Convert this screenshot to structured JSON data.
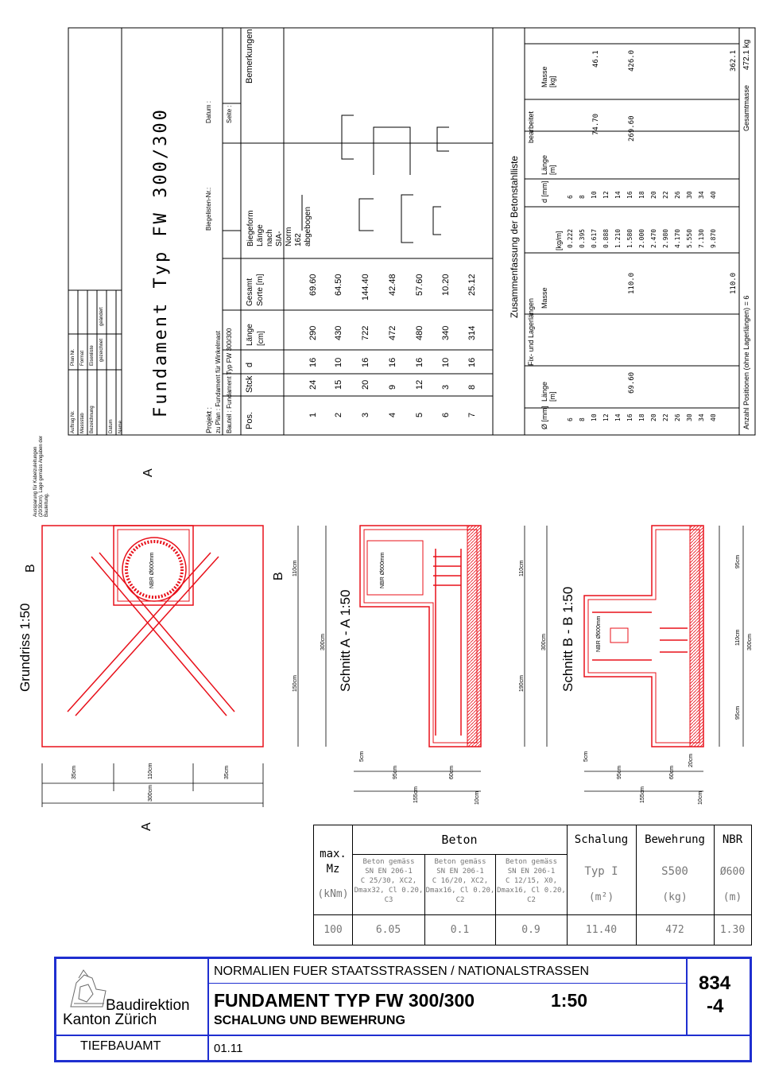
{
  "plan_title": "Fundament Typ FW 300/300",
  "plan_header": {
    "auftrag": "Auftrag Nr.",
    "plan_nr": "Plan Nr.",
    "massstab": "Massstab",
    "format": "Format",
    "bezeichnung": "Bezeichnung",
    "eisenliste": "Eisenliste",
    "datum": "Datum",
    "gezeichnet": "gezeichnet",
    "geaendert": "geändert",
    "name": "Name"
  },
  "projekt_lines": {
    "projekt": "Projekt :",
    "zu_plan": "zu Plan : Fundament für Winkelmast",
    "bauteil": "Bauteil : Fundament Typ FW 300/300",
    "biegelisten": "Biegelisten-Nr.:",
    "datum": "Datum :",
    "seite": "Seite :"
  },
  "bending_table": {
    "headers": [
      "Pos.",
      "Stck",
      "d",
      "Länge [cm]",
      "Gesamt Sorte [m]",
      "Biegeform Länge nach SIA-Norm 162 abgebogen",
      "Bemerkungen"
    ],
    "rows": [
      {
        "pos": "1",
        "stck": "24",
        "d": "16",
        "laenge": "290",
        "gesamt": "69.60"
      },
      {
        "pos": "2",
        "stck": "15",
        "d": "10",
        "laenge": "430",
        "gesamt": "64.50"
      },
      {
        "pos": "3",
        "stck": "20",
        "d": "16",
        "laenge": "722",
        "gesamt": "144.40"
      },
      {
        "pos": "4",
        "stck": "9",
        "d": "16",
        "laenge": "472",
        "gesamt": "42.48"
      },
      {
        "pos": "5",
        "stck": "12",
        "d": "16",
        "laenge": "480",
        "gesamt": "57.60"
      },
      {
        "pos": "6",
        "stck": "3",
        "d": "10",
        "laenge": "340",
        "gesamt": "10.20"
      },
      {
        "pos": "7",
        "stck": "8",
        "d": "16",
        "laenge": "314",
        "gesamt": "25.12"
      }
    ]
  },
  "summary": {
    "title": "Zusammenfassung der Betonstahlliste",
    "fix_header": "Fix- und Lagerlängen",
    "bearbeitet": "bearbeitet",
    "phi_header": "Ø [mm]",
    "laenge_header": "Länge [m]",
    "masse_header": "Masse",
    "kgm_header": "[kg/m]",
    "d_header": "d [mm]",
    "masse_kg_header": "Masse [kg]",
    "diameters": [
      "6",
      "8",
      "10",
      "12",
      "14",
      "16",
      "18",
      "20",
      "22",
      "26",
      "30",
      "34",
      "40"
    ],
    "kg_per_m": [
      "0.222",
      "0.395",
      "0.617",
      "0.888",
      "1.210",
      "1.580",
      "2.000",
      "2.470",
      "2.980",
      "4.170",
      "5.550",
      "7.130",
      "9.870"
    ],
    "fix_laenge_16": "69.60",
    "fix_masse_16": "110.0",
    "fix_total": "110.0",
    "bearb_laenge_10": "74.70",
    "bearb_laenge_16": "269.60",
    "bearb_masse_10": "46.1",
    "bearb_masse_16": "426.0",
    "bearb_total": "362.1",
    "anzahl": "Anzahl Positionen (ohne Lagerlängen) = 6",
    "gesamtmasse_label": "Gesamtmasse",
    "gesamtmasse": "472.1 kg"
  },
  "views": {
    "grundriss": "Grundriss 1:50",
    "schnitt_aa": "Schnitt A - A  1:50",
    "schnitt_bb": "Schnitt B - B  1:50",
    "label_a": "A",
    "label_b": "B",
    "nbr": "NBR Ø600mm",
    "aussparung": "Aussparung für Kabelzuleitungen (20/30cm). Lage gemäss Angaben der Bauleitung.",
    "dims_horiz": [
      "35cm",
      "110cm",
      "35cm",
      "300cm"
    ],
    "dims_aa": [
      "5cm",
      "95cm",
      "60cm",
      "155cm",
      "10cm"
    ],
    "dims_bb": [
      "5cm",
      "95cm",
      "60cm",
      "20cm",
      "155cm",
      "10cm"
    ],
    "dims_vert_grund": [
      "110cm",
      "300cm",
      "150cm"
    ],
    "dims_vert_aa": [
      "110cm",
      "300cm",
      "190cm"
    ],
    "dims_vert_bb": [
      "95cm",
      "110cm",
      "300cm",
      "95cm"
    ]
  },
  "material_table": {
    "max_label": "max.",
    "mz_label": "Mz",
    "knm_label": "(kNm)",
    "beton_header": "Beton",
    "schalung_header": "Schalung",
    "bewehrung_header": "Bewehrung",
    "nbr_header": "NBR",
    "beton1": [
      "Beton gemäss",
      "SN EN 206-1",
      "C 25/30, XC2,",
      "Dmax32, Cl 0.20, C3"
    ],
    "beton2": [
      "Beton gemäss",
      "SN EN 206-1",
      "C 16/20, XC2,",
      "Dmax16, Cl 0.20, C2"
    ],
    "beton3": [
      "Beton gemäss",
      "SN EN 206-1",
      "C 12/15, X0,",
      "Dmax16, Cl 0.20, C2"
    ],
    "schalung_typ": "Typ I",
    "schalung_unit": "(m²)",
    "bewehrung_typ": "S500",
    "bewehrung_unit": "(kg)",
    "nbr_typ": "Ø600",
    "nbr_unit": "(m)",
    "mz_value": "100",
    "beton1_value": "6.05",
    "beton2_value": "0.1",
    "beton3_value": "0.9",
    "schalung_value": "11.40",
    "bewehrung_value": "472",
    "nbr_value": "1.30"
  },
  "title_block": {
    "org1": "Baudirektion",
    "org2": "Kanton Zürich",
    "amt": "TIEFBAUAMT",
    "normalien": "NORMALIEN  FUER  STAATSSTRASSEN / NATIONALSTRASSEN",
    "title": "FUNDAMENT TYP FW 300/300",
    "scale": "1:50",
    "subtitle": "SCHALUNG UND BEWEHRUNG",
    "date": "01.11",
    "sheet_no": "834",
    "sheet_sub": "-4"
  },
  "colors": {
    "drawing": "#e8101a",
    "frame": "#1f2fd0",
    "ink": "#000000"
  }
}
